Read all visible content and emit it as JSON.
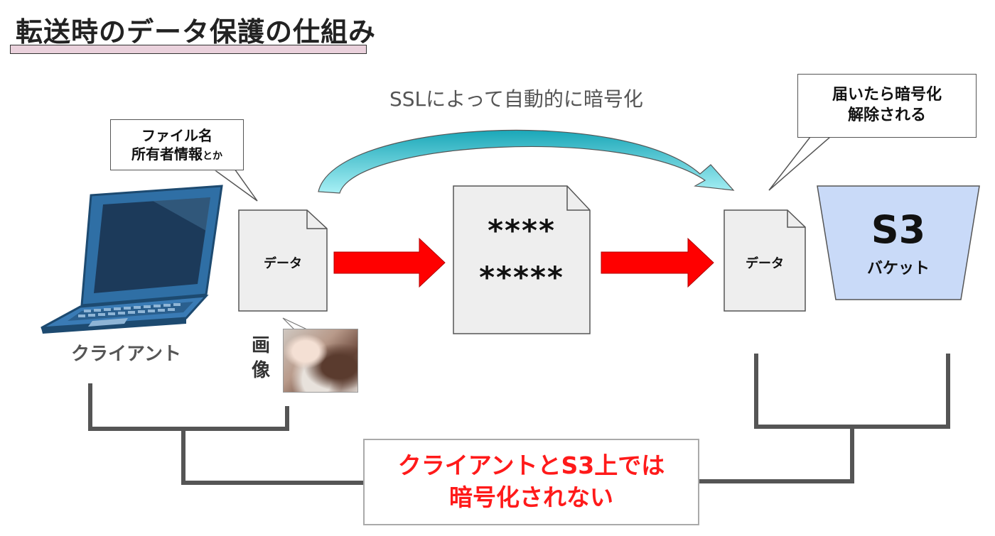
{
  "title": "転送時のデータ保護の仕組み",
  "ssl_label": "SSLによって自動的に暗号化",
  "bubble_left": {
    "line1": "ファイル名",
    "line2_main": "所有者情報",
    "line2_small": "とか"
  },
  "bubble_right": {
    "line1": "届いたら暗号化",
    "line2": "解除される"
  },
  "doc_left": {
    "label": "データ"
  },
  "doc_middle": {
    "line1": "****",
    "line2": "*****"
  },
  "doc_right": {
    "label": "データ"
  },
  "s3": {
    "title": "S3",
    "subtitle": "バケット"
  },
  "client_label": "クライアント",
  "image_label": {
    "char1": "画",
    "char2": "像"
  },
  "message": {
    "line1": "クライアントとS3上では",
    "line2": "暗号化されない"
  },
  "colors": {
    "arrow_red": "#ff0000",
    "ssl_arrow_top": "#1aa7b8",
    "ssl_arrow_bottom": "#a8f0f5",
    "bucket_fill": "#c9daf8",
    "doc_fill": "#eeeeee",
    "message_text": "#ff1a1a",
    "laptop_blue": "#2f6fa5"
  }
}
